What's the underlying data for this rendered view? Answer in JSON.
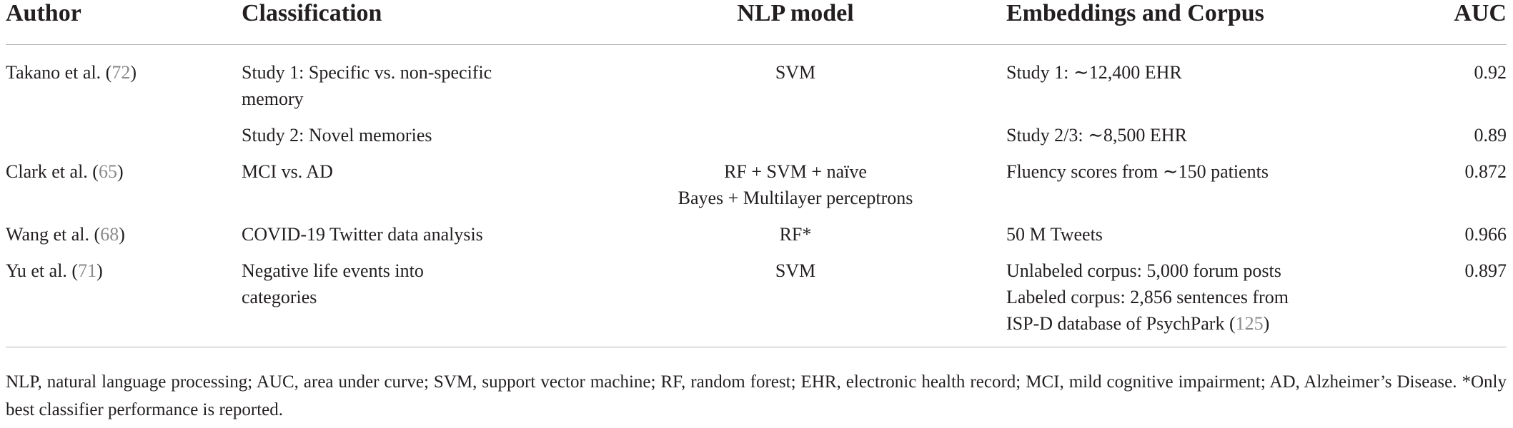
{
  "headers": {
    "author": "Author",
    "classification": "Classification",
    "nlp_model": "NLP model",
    "embeddings": "Embeddings and Corpus",
    "auc": "AUC"
  },
  "rows": [
    {
      "author": "Takano et al. (",
      "ref": "72",
      "close": ")",
      "classification": [
        "Study 1: Specific vs. non-specific",
        "memory"
      ],
      "model": [
        "SVM"
      ],
      "embeddings": [
        "Study 1: ∼12,400 EHR"
      ],
      "auc": "0.92"
    },
    {
      "author": "",
      "ref": "",
      "close": "",
      "classification": [
        "Study 2: Novel memories"
      ],
      "model": [],
      "embeddings": [
        "Study 2/3: ∼8,500 EHR"
      ],
      "auc": "0.89"
    },
    {
      "author": "Clark et al. (",
      "ref": "65",
      "close": ")",
      "classification": [
        "MCI vs. AD"
      ],
      "model": [
        "RF + SVM + naïve",
        "Bayes + Multilayer perceptrons"
      ],
      "embeddings": [
        "Fluency scores from ∼150 patients"
      ],
      "auc": "0.872"
    },
    {
      "author": "Wang et al. (",
      "ref": "68",
      "close": ")",
      "classification": [
        "COVID-19 Twitter data analysis"
      ],
      "model": [
        "RF*"
      ],
      "embeddings": [
        "50 M Tweets"
      ],
      "auc": "0.966"
    },
    {
      "author": "Yu et al. (",
      "ref": "71",
      "close": ")",
      "classification": [
        "Negative life events into",
        "categories"
      ],
      "model": [
        "SVM"
      ],
      "embeddings": [
        "Unlabeled corpus: 5,000 forum posts",
        "Labeled corpus: 2,856 sentences from",
        "ISP-D database of PsychPark ("
      ],
      "emb_ref": "125",
      "emb_close": ")",
      "auc": "0.897"
    }
  ],
  "footnote": "NLP, natural language processing; AUC, area under curve; SVM, support vector machine; RF, random forest; EHR, electronic health record; MCI, mild cognitive impairment; AD, Alzheimer’s Disease. *Only best classifier performance is reported."
}
